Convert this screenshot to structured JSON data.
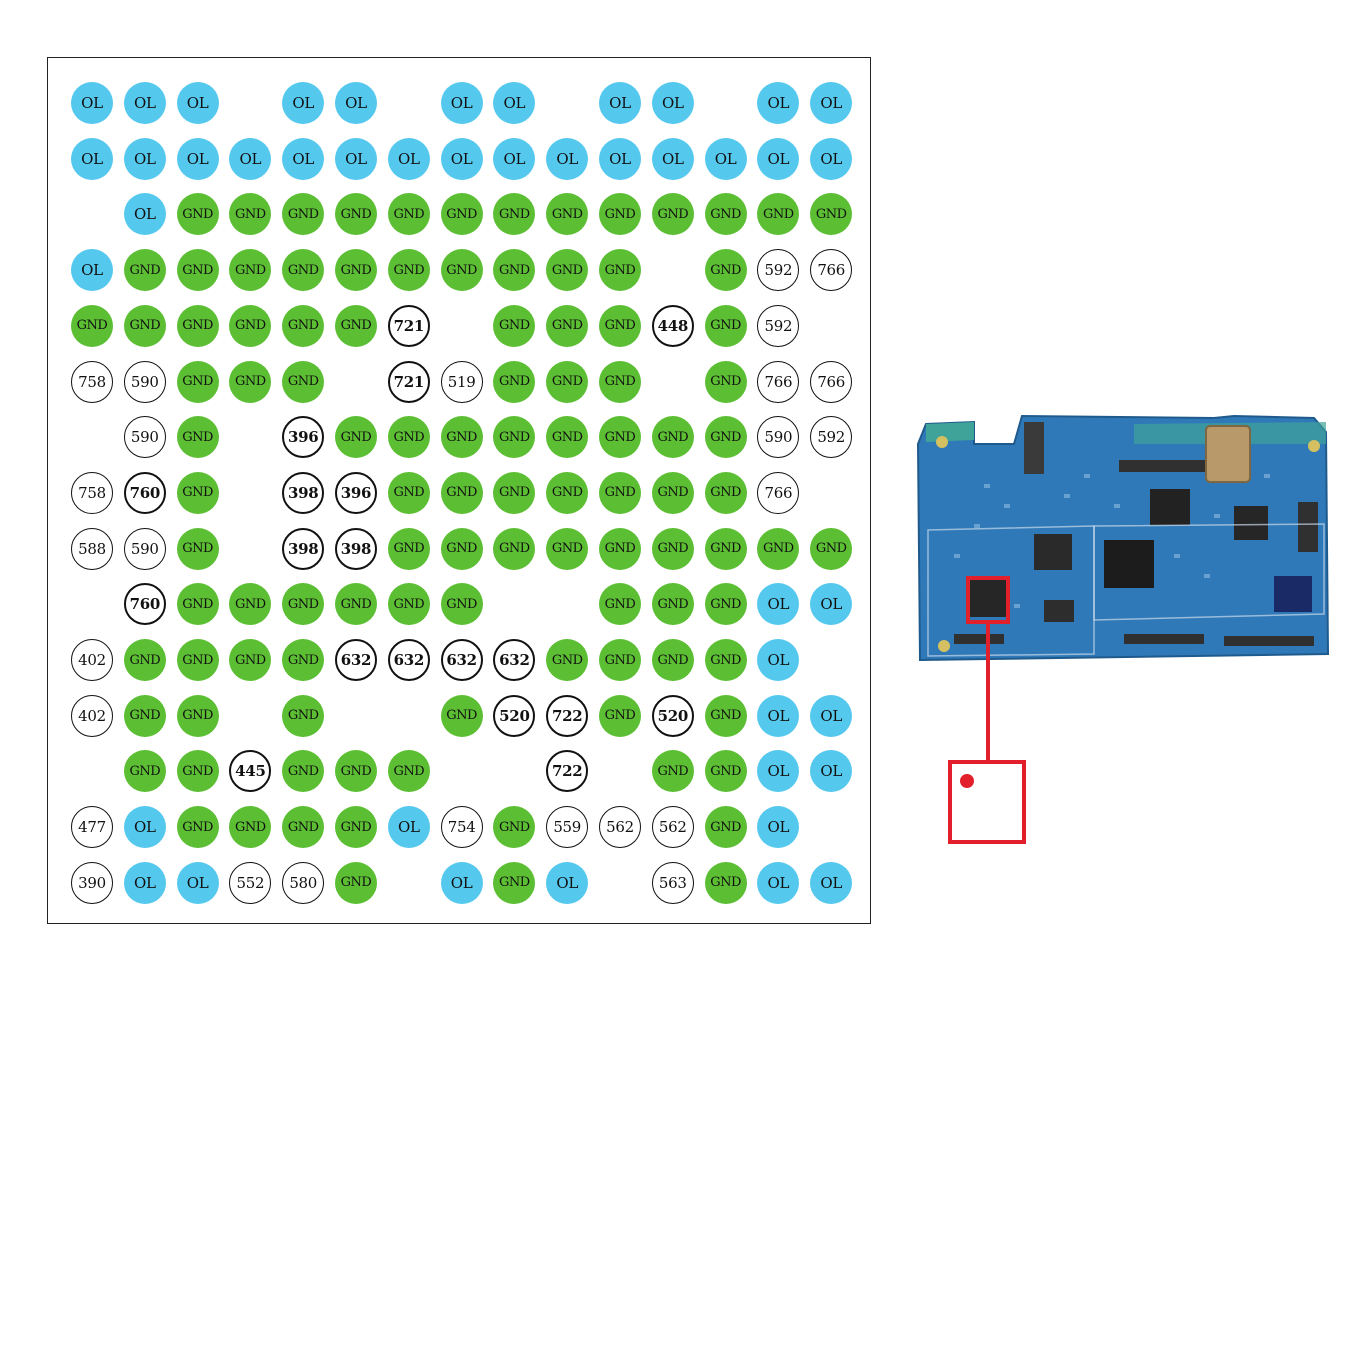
{
  "legend_colors": {
    "open_line": "#55c8ee",
    "ground": "#5cbf33",
    "resistance": "#ffffff",
    "highlight": "#e2202b",
    "board": "#2f79b8"
  },
  "pad_grid": {
    "columns": 15,
    "rows": [
      [
        "OL",
        "OL",
        "OL",
        "",
        "OL",
        "OL",
        "",
        "OL",
        "OL",
        "",
        "OL",
        "OL",
        "",
        "OL",
        "OL"
      ],
      [
        "OL",
        "OL",
        "OL",
        "OL",
        "OL",
        "OL",
        "OL",
        "OL",
        "OL",
        "OL",
        "OL",
        "OL",
        "OL",
        "OL",
        "OL"
      ],
      [
        "",
        "OL",
        "GND",
        "GND",
        "GND",
        "GND",
        "GND",
        "GND",
        "GND",
        "GND",
        "GND",
        "GND",
        "GND",
        "GND",
        "GND"
      ],
      [
        "OL",
        "GND",
        "GND",
        "GND",
        "GND",
        "GND",
        "GND",
        "GND",
        "GND",
        "GND",
        "GND",
        "",
        "GND",
        "592",
        "766"
      ],
      [
        "GND",
        "GND",
        "GND",
        "GND",
        "GND",
        "GND",
        "721",
        "",
        "GND",
        "GND",
        "GND",
        "448",
        "GND",
        "592",
        ""
      ],
      [
        "758",
        "590",
        "GND",
        "GND",
        "GND",
        "",
        "721",
        "519",
        "GND",
        "GND",
        "GND",
        "",
        "GND",
        "766",
        "766"
      ],
      [
        "",
        "590",
        "GND",
        "",
        "396",
        "GND",
        "GND",
        "GND",
        "GND",
        "GND",
        "GND",
        "GND",
        "GND",
        "590",
        "592"
      ],
      [
        "758",
        "760",
        "GND",
        "",
        "398",
        "396",
        "GND",
        "GND",
        "GND",
        "GND",
        "GND",
        "GND",
        "GND",
        "766",
        ""
      ],
      [
        "588",
        "590",
        "GND",
        "",
        "398",
        "398",
        "GND",
        "GND",
        "GND",
        "GND",
        "GND",
        "GND",
        "GND",
        "GND",
        "GND"
      ],
      [
        "",
        "760",
        "GND",
        "GND",
        "GND",
        "GND",
        "GND",
        "GND",
        "",
        "",
        "GND",
        "GND",
        "GND",
        "OL",
        "OL"
      ],
      [
        "402",
        "GND",
        "GND",
        "GND",
        "GND",
        "632",
        "632",
        "632",
        "632",
        "GND",
        "GND",
        "GND",
        "GND",
        "OL",
        ""
      ],
      [
        "402",
        "GND",
        "GND",
        "",
        "GND",
        "",
        "",
        "GND",
        "520",
        "722",
        "GND",
        "520",
        "GND",
        "OL",
        "OL"
      ],
      [
        "",
        "GND",
        "GND",
        "445",
        "GND",
        "GND",
        "GND",
        "",
        "",
        "722",
        "",
        "GND",
        "GND",
        "OL",
        "OL"
      ],
      [
        "477",
        "OL",
        "GND",
        "GND",
        "GND",
        "GND",
        "OL",
        "754",
        "GND",
        "559",
        "562",
        "562",
        "GND",
        "OL",
        ""
      ],
      [
        "390",
        "OL",
        "OL",
        "552",
        "580",
        "GND",
        "",
        "OL",
        "GND",
        "OL",
        "",
        "563",
        "GND",
        "OL",
        "OL"
      ]
    ],
    "bold_values": [
      "448",
      "445",
      "760",
      "721",
      "396",
      "398",
      "632",
      "520",
      "722"
    ]
  },
  "board": {
    "chips": [
      "main-cpu-chip",
      "pmic-chip",
      "highlighted-chip",
      "memory-chip",
      "rf-chip"
    ]
  }
}
